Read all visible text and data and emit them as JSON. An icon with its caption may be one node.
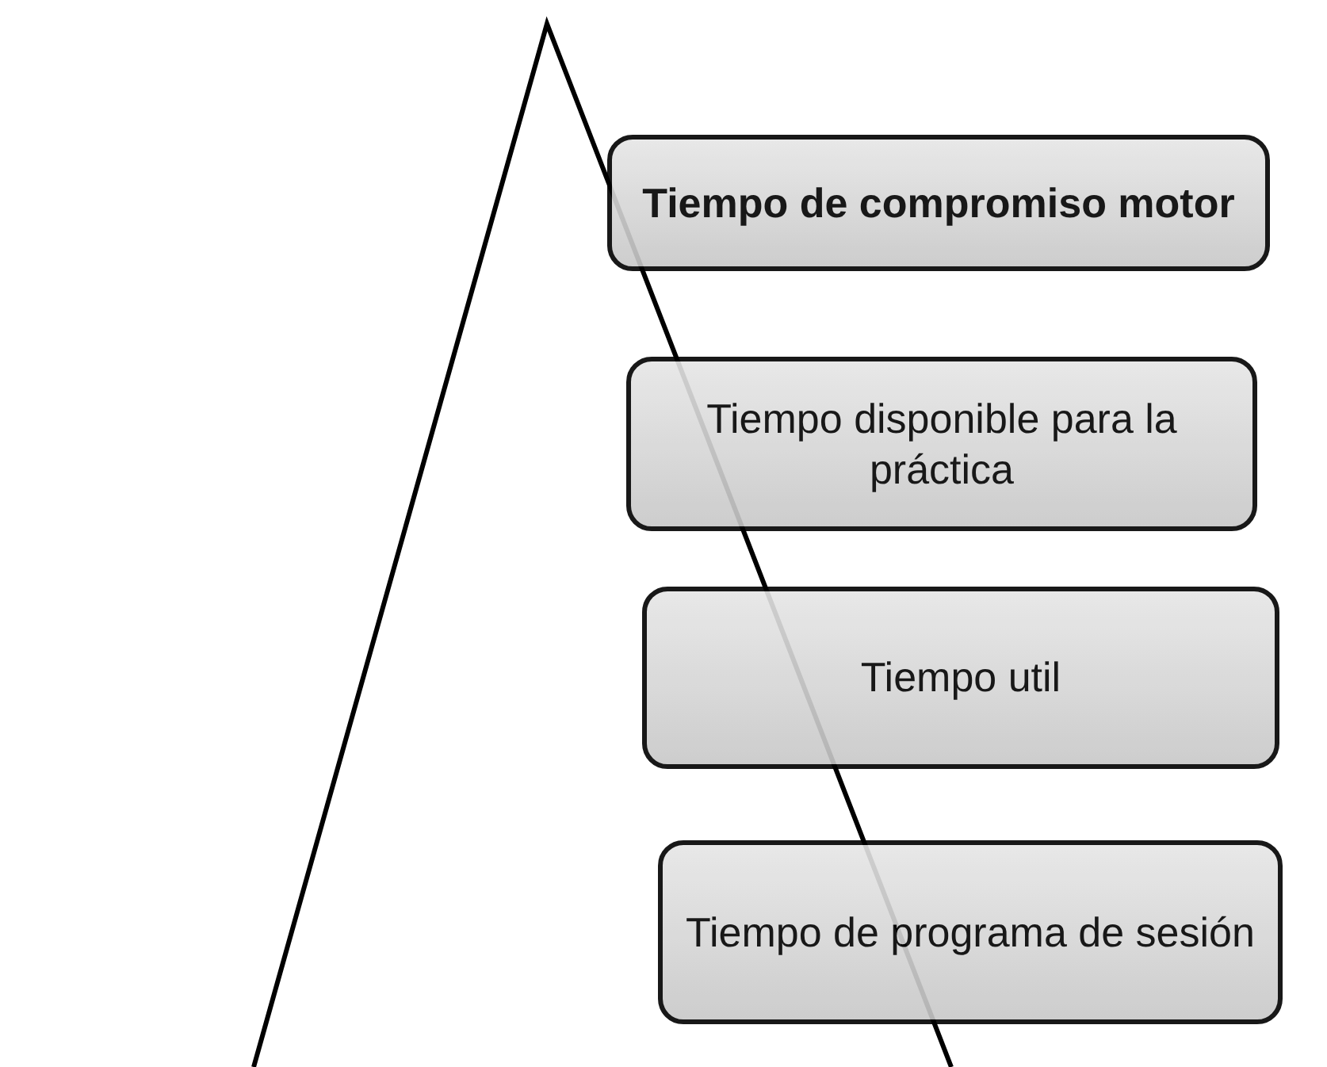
{
  "diagram": {
    "nodes": [
      {
        "text": [
          "Tiempo de compromiso motor"
        ]
      },
      {
        "text": [
          "Tiempo disponible para la práctica"
        ]
      },
      {
        "text": [
          "Tiempo util"
        ]
      },
      {
        "text": [
          "Tiempo de programa de sesión"
        ]
      }
    ],
    "edges": []
  }
}
